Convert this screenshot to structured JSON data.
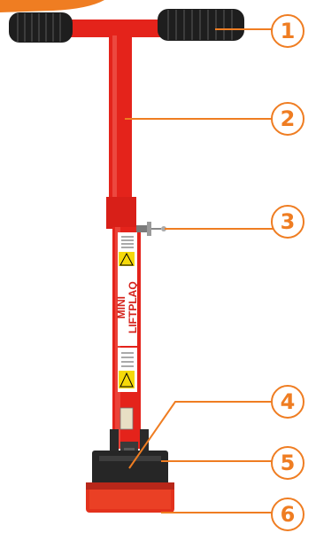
{
  "callouts": [
    {
      "number": "1",
      "part": "t-handle-grips"
    },
    {
      "number": "2",
      "part": "upper-shaft"
    },
    {
      "number": "3",
      "part": "locking-pin"
    },
    {
      "number": "4",
      "part": "lever-mechanism"
    },
    {
      "number": "5",
      "part": "suction-base-frame"
    },
    {
      "number": "6",
      "part": "suction-pad"
    }
  ],
  "product_label": {
    "line1": "MINI",
    "line2": "LIFTPLAQ"
  },
  "colors": {
    "tool_red": "#e4231b",
    "accent_orange": "#ef7d22",
    "grip_black": "#1e1e1e"
  }
}
